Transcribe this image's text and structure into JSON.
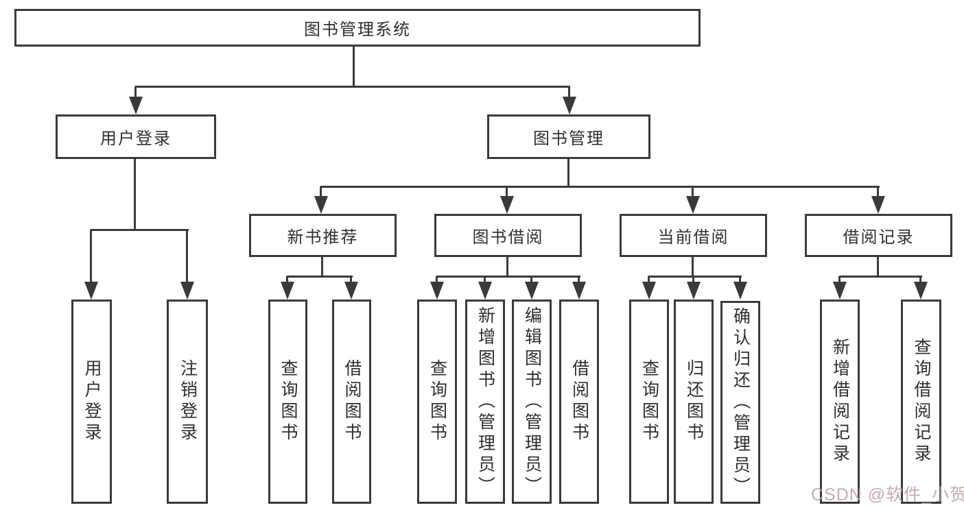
{
  "diagram": {
    "root": {
      "label": "图书管理系统"
    },
    "level2": [
      {
        "id": "user-login",
        "label": "用户登录"
      },
      {
        "id": "book-management",
        "label": "图书管理"
      }
    ],
    "level3": [
      {
        "id": "new-book-recommend",
        "label": "新书推荐"
      },
      {
        "id": "book-borrowing",
        "label": "图书借阅"
      },
      {
        "id": "current-borrowing",
        "label": "当前借阅"
      },
      {
        "id": "borrow-records",
        "label": "借阅记录"
      }
    ],
    "leaves": {
      "user_login": [
        {
          "label": "用户登录"
        },
        {
          "label": "注销登录"
        }
      ],
      "new_book_recommend": [
        {
          "label": "查询图书"
        },
        {
          "label": "借阅图书"
        }
      ],
      "book_borrowing": [
        {
          "label": "查询图书"
        },
        {
          "label": "新增图书（管理员）"
        },
        {
          "label": "编辑图书（管理员）"
        },
        {
          "label": "借阅图书"
        }
      ],
      "current_borrowing": [
        {
          "label": "查询图书"
        },
        {
          "label": "归还图书"
        },
        {
          "label": "确认归还（管理员）"
        }
      ],
      "borrow_records": [
        {
          "label": "新增借阅记录"
        },
        {
          "label": "查询借阅记录"
        }
      ]
    }
  },
  "watermark": {
    "text": "CSDN @软件_小贺同学",
    "color": "#ba9e9e"
  },
  "colors": {
    "line": "#3a3a3a",
    "text": "#2f2f2f",
    "background": "#ffffff"
  }
}
